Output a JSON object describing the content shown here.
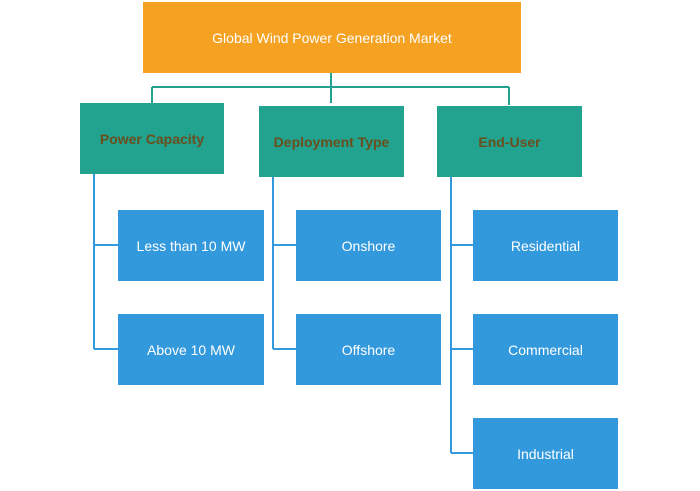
{
  "root": {
    "label": "Global Wind Power Generation Market"
  },
  "categories": [
    {
      "label": "Power Capacity",
      "children": [
        "Less than 10 MW",
        "Above 10 MW"
      ]
    },
    {
      "label": "Deployment Type",
      "children": [
        "Onshore",
        "Offshore"
      ]
    },
    {
      "label": "End-User",
      "children": [
        "Residential",
        "Commercial",
        "Industrial"
      ]
    }
  ],
  "colors": {
    "root_fill": "#F5A122",
    "category_fill": "#22A38F",
    "category_text": "#6B4E1E",
    "leaf_fill": "#3399DD",
    "connector": "#22A38F",
    "leaf_connector": "#3399DD"
  }
}
